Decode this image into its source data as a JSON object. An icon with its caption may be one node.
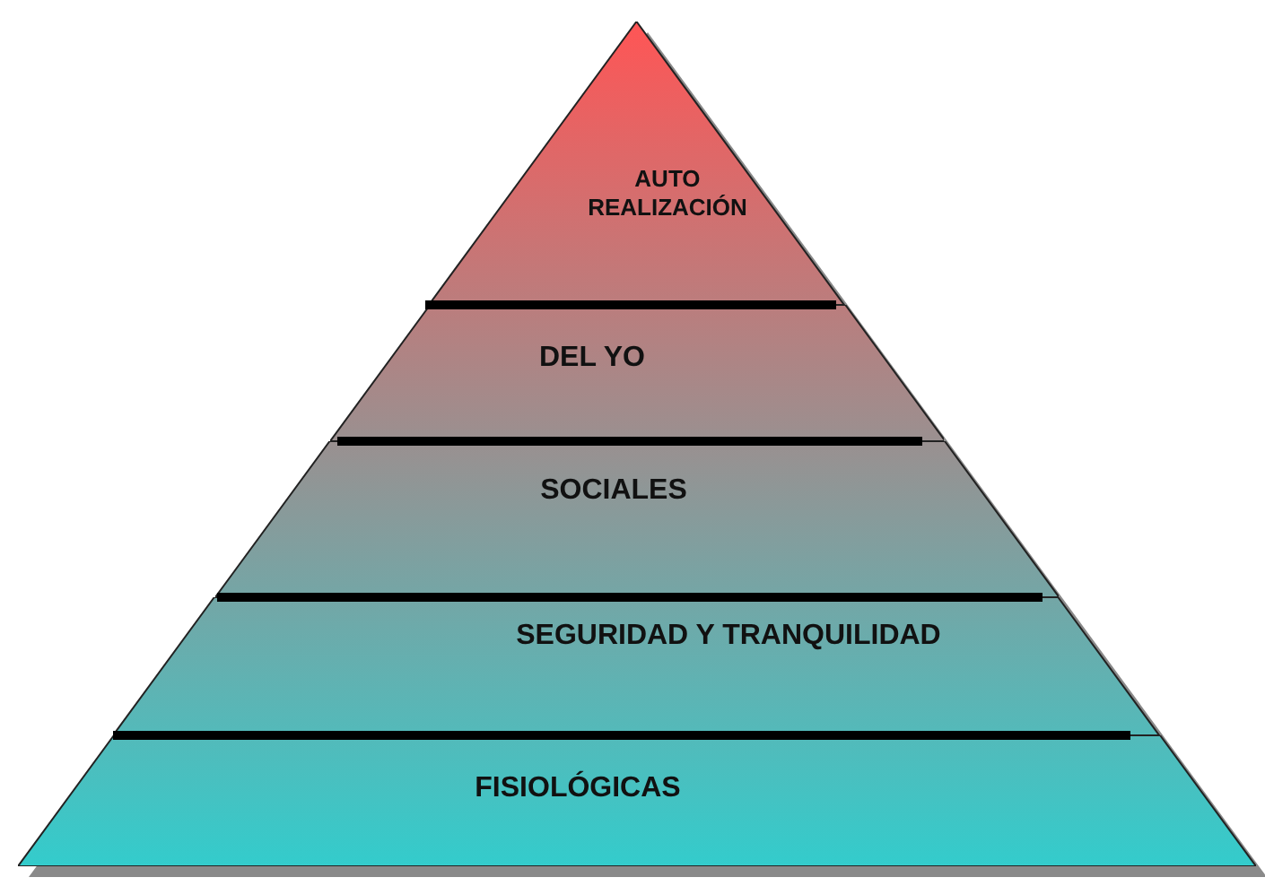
{
  "diagram": {
    "nodes": [
      {
        "text": [
          "AUTO REALIZACIÓN"
        ]
      },
      {
        "text": [
          "DEL YO"
        ]
      },
      {
        "text": [
          "SOCIALES"
        ]
      },
      {
        "text": [
          "SEGURIDAD Y TRANQUILIDAD"
        ]
      },
      {
        "text": [
          "FISIOLÓGICAS"
        ]
      }
    ]
  }
}
